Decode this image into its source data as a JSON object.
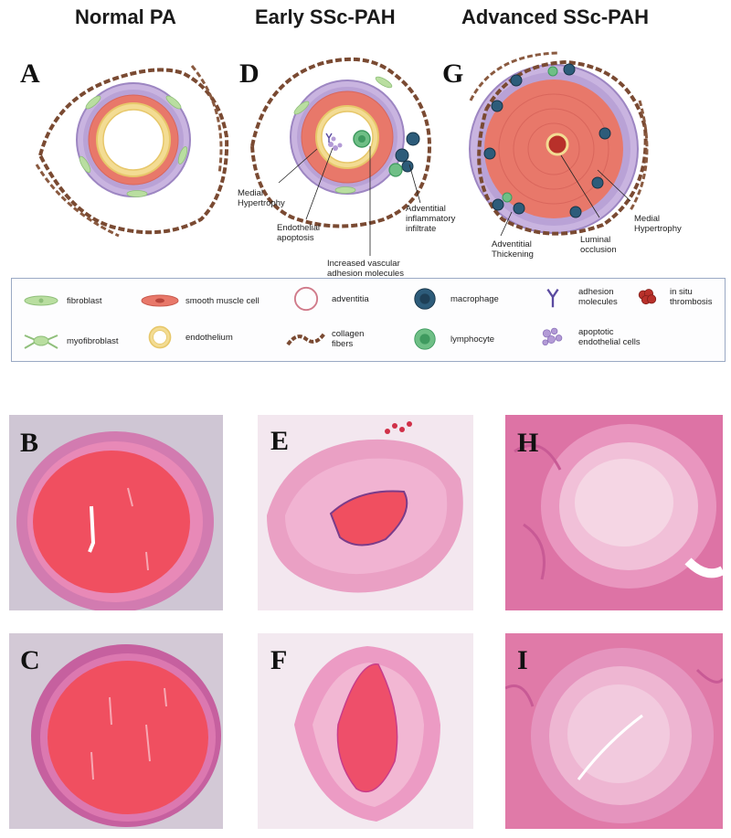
{
  "columns": [
    {
      "title": "Normal PA"
    },
    {
      "title": "Early SSc-PAH"
    },
    {
      "title": "Advanced SSc-PAH"
    }
  ],
  "panels": {
    "schematic": [
      "A",
      "D",
      "G"
    ],
    "histology_row1": [
      "B",
      "E",
      "H"
    ],
    "histology_row2": [
      "C",
      "F",
      "I"
    ]
  },
  "annotations": {
    "early": {
      "medial_hypertrophy": "Medial\nHypertrophy",
      "endothelial_apoptosis": "Endothelial\napoptosis",
      "adhesion_molecules": "Increased vascular\nadhesion molecules",
      "inflammatory_infiltrate": "Adventitial\ninflammatory\ninfiltrate"
    },
    "advanced": {
      "adventitial_thickening": "Adventitial\nThickening",
      "luminal_occlusion": "Luminal\nocclusion",
      "medial_hypertrophy": "Medial\nHypertrophy"
    }
  },
  "legend": [
    {
      "icon": "fibroblast-icon",
      "label": "fibroblast"
    },
    {
      "icon": "smooth-muscle-cell-icon",
      "label": "smooth muscle cell"
    },
    {
      "icon": "adventitia-icon",
      "label": "adventitia"
    },
    {
      "icon": "macrophage-icon",
      "label": "macrophage"
    },
    {
      "icon": "adhesion-molecules-icon",
      "label": "adhesion\nmolecules"
    },
    {
      "icon": "thrombosis-icon",
      "label": "in situ\nthrombosis"
    },
    {
      "icon": "myofibroblast-icon",
      "label": "myofibroblast"
    },
    {
      "icon": "endothelium-icon",
      "label": "endothelium"
    },
    {
      "icon": "collagen-fibers-icon",
      "label": "collagen\nfibers"
    },
    {
      "icon": "lymphocyte-icon",
      "label": "lymphocyte"
    },
    {
      "icon": "apoptotic-endothelial-cells-icon",
      "label": "apoptotic\nendothelial cells"
    }
  ],
  "colors": {
    "adventitia": "#b9a2d6",
    "media": "#e8786a",
    "endothelium": "#f3dc93",
    "collagen": "#7a4a32",
    "fibroblast": "#b9dea0",
    "macrophage": "#2d5c7a",
    "lymphocyte": "#6fbf86",
    "thrombus": "#b8302a",
    "he_pink": "#f08ba0",
    "he_red": "#f04f60"
  }
}
